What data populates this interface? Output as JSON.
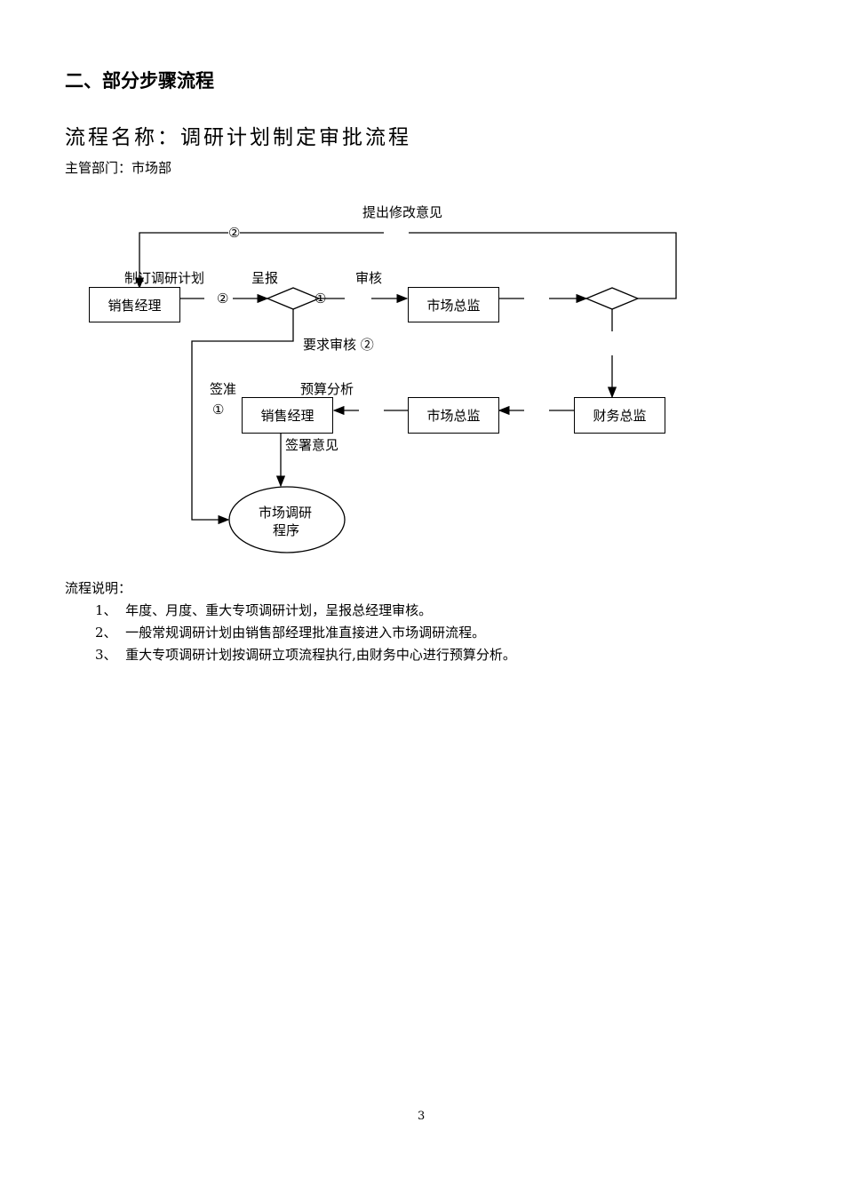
{
  "section_title": "二、部分步骤流程",
  "flow_name": "流程名称：调研计划制定审批流程",
  "department": "主管部门：市场部",
  "diagram": {
    "nodes": {
      "sales_manager_1": "销售经理",
      "market_director_1": "市场总监",
      "finance_director": "财务总监",
      "market_director_2": "市场总监",
      "sales_manager_2": "销售经理",
      "research_program": [
        "市场调研",
        "程序"
      ]
    },
    "labels": {
      "propose_changes": "提出修改意见",
      "make_plan": "制订调研计划",
      "submit": "呈报",
      "review": "审核",
      "request_review": "要求审核 ②",
      "approve": "签准",
      "budget_analysis": "预算分析",
      "sign_opinion": "签署意见",
      "circle2_top": "②",
      "circle2_left": "②",
      "circle1_mid": "①",
      "circle1_left": "①"
    }
  },
  "notes": {
    "heading": "流程说明：",
    "items": [
      {
        "num": "1、",
        "text": "年度、月度、重大专项调研计划，呈报总经理审核。"
      },
      {
        "num": "2、",
        "text": "一般常规调研计划由销售部经理批准直接进入市场调研流程。"
      },
      {
        "num": "3、",
        "text": "重大专项调研计划按调研立项流程执行,由财务中心进行预算分析。"
      }
    ]
  },
  "page_number": "3"
}
